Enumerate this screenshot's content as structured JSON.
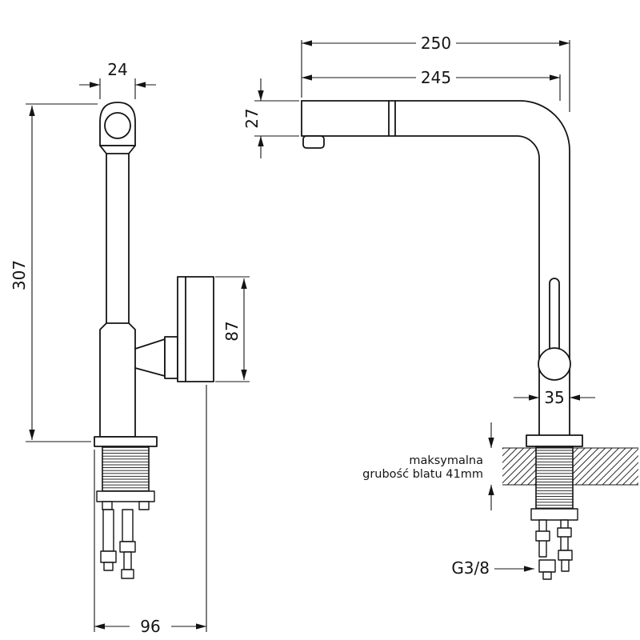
{
  "side_view": {
    "dim_head_width": "24",
    "dim_total_height": "307",
    "dim_handle_length": "87",
    "dim_base_depth": "96"
  },
  "front_view": {
    "dim_overall_reach": "250",
    "dim_spout_reach": "245",
    "dim_spout_height": "27",
    "dim_body_width": "35",
    "note_line1": "maksymalna",
    "note_line2": "grubość blatu 41mm",
    "thread_label": "G3/8"
  }
}
